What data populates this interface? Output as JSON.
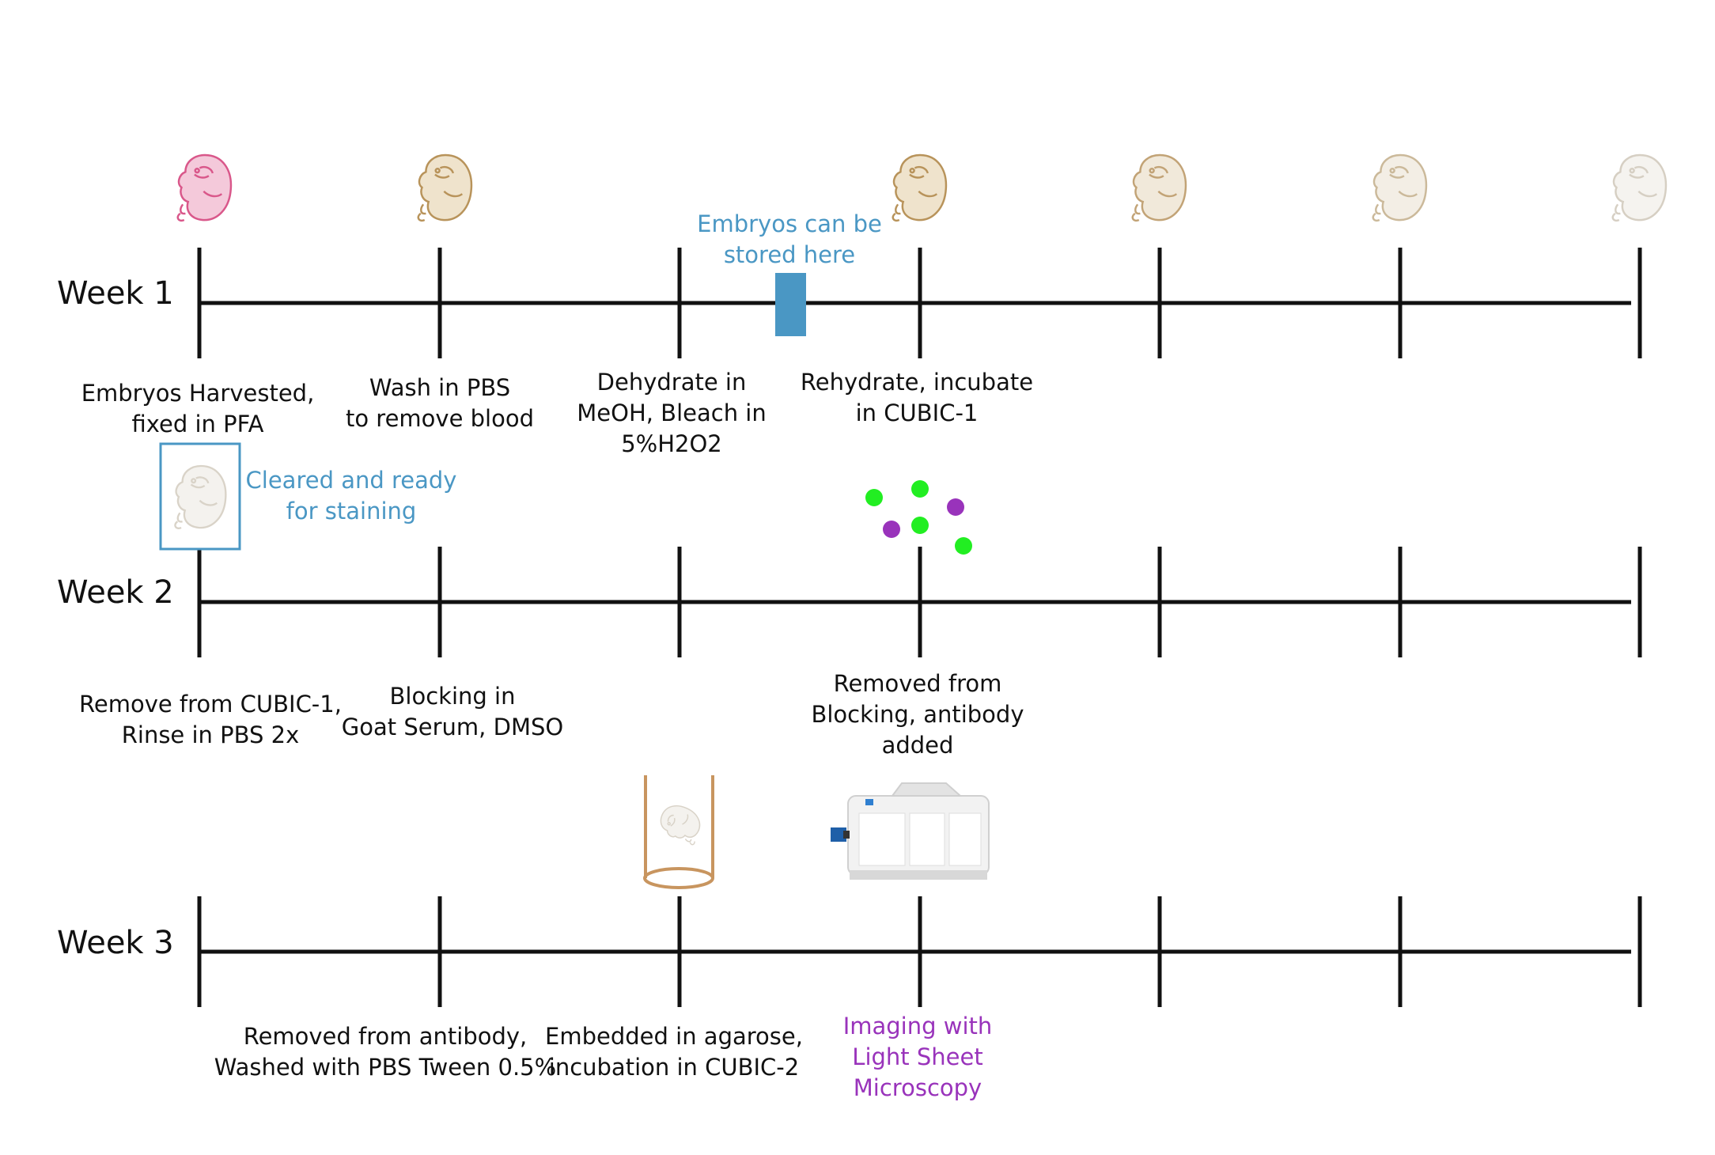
{
  "weeks": [
    {
      "label": "Week 1",
      "steps": [
        "Embryos Harvested,\nfixed in PFA",
        "Wash in PBS\nto remove blood",
        "Dehydrate in\nMeOH, Bleach in\n5%H2O2",
        "Rehydrate,  incubate\nin CUBIC-1"
      ],
      "callout": "Embryos can be\nstored here"
    },
    {
      "label": "Week 2",
      "steps": [
        "Remove from CUBIC-1,\nRinse in PBS 2x",
        "Blocking in\nGoat Serum, DMSO",
        "Removed from\nBlocking, antibody\nadded"
      ],
      "callout": "Cleared and ready\nfor staining"
    },
    {
      "label": "Week 3",
      "steps": [
        "Removed from antibody,\nWashed with PBS Tween 0.5%",
        "Embedded in agarose,\nincubation in CUBIC-2",
        "Imaging with\nLight Sheet\nMicroscopy"
      ]
    }
  ],
  "embryo_icons": [
    {
      "icon": "embryo-icon",
      "color": "#d9578a",
      "fill": "#f4c9da"
    },
    {
      "icon": "embryo-icon",
      "color": "#b8935a",
      "fill": "#efe3cc"
    },
    {
      "icon": "embryo-icon",
      "color": "#b8935a",
      "fill": "#efe3cc"
    },
    {
      "icon": "embryo-icon",
      "color": "#c2a376",
      "fill": "#f1e9da"
    },
    {
      "icon": "embryo-icon",
      "color": "#cbb99a",
      "fill": "#f3eee5"
    },
    {
      "icon": "embryo-icon",
      "color": "#d6cfc3",
      "fill": "#f5f3ef"
    }
  ],
  "dots": [
    {
      "color": "#22ee22"
    },
    {
      "color": "#22ee22"
    },
    {
      "color": "#22ee22"
    },
    {
      "color": "#22ee22"
    },
    {
      "color": "#9933bb"
    },
    {
      "color": "#9933bb"
    }
  ],
  "colors": {
    "line": "#111111",
    "callout_blue": "#4a97c4",
    "imaging_purple": "#9933bb",
    "agarose_tube": "#c8955f"
  }
}
